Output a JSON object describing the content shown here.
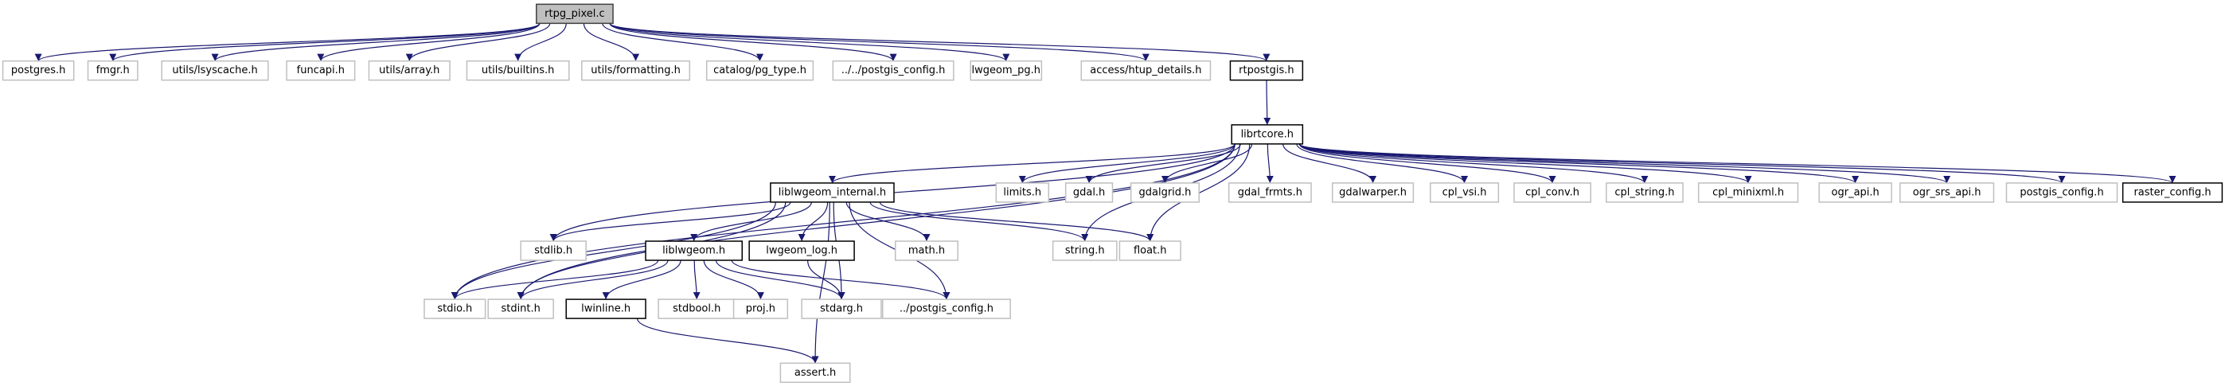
{
  "title": "rtpg_pixel.c include dependency graph",
  "colors": {
    "edge": "#191970",
    "root_fill": "#bfbfbf",
    "documented_border": "#000000",
    "external_border": "#bfbfbf"
  },
  "nodes": [
    {
      "id": "rtpg_pixel_c",
      "label": "rtpg_pixel.c",
      "kind": "root"
    },
    {
      "id": "postgres_h",
      "label": "postgres.h",
      "kind": "external"
    },
    {
      "id": "fmgr_h",
      "label": "fmgr.h",
      "kind": "external"
    },
    {
      "id": "utils_lsyscache_h",
      "label": "utils/lsyscache.h",
      "kind": "external"
    },
    {
      "id": "funcapi_h",
      "label": "funcapi.h",
      "kind": "external"
    },
    {
      "id": "utils_array_h",
      "label": "utils/array.h",
      "kind": "external"
    },
    {
      "id": "utils_builtins_h",
      "label": "utils/builtins.h",
      "kind": "external"
    },
    {
      "id": "utils_formatting_h",
      "label": "utils/formatting.h",
      "kind": "external"
    },
    {
      "id": "catalog_pg_type_h",
      "label": "catalog/pg_type.h",
      "kind": "external"
    },
    {
      "id": "dotdot_postgis_config_h",
      "label": "../../postgis_config.h",
      "kind": "external"
    },
    {
      "id": "lwgeom_pg_h",
      "label": "lwgeom_pg.h",
      "kind": "external"
    },
    {
      "id": "access_htup_details_h",
      "label": "access/htup_details.h",
      "kind": "external"
    },
    {
      "id": "rtpostgis_h",
      "label": "rtpostgis.h",
      "kind": "documented"
    },
    {
      "id": "librtcore_h",
      "label": "librtcore.h",
      "kind": "documented"
    },
    {
      "id": "liblwgeom_internal_h",
      "label": "liblwgeom_internal.h",
      "kind": "documented"
    },
    {
      "id": "limits_h",
      "label": "limits.h",
      "kind": "external"
    },
    {
      "id": "gdal_h",
      "label": "gdal.h",
      "kind": "external"
    },
    {
      "id": "gdalgrid_h",
      "label": "gdalgrid.h",
      "kind": "external"
    },
    {
      "id": "gdal_frmts_h",
      "label": "gdal_frmts.h",
      "kind": "external"
    },
    {
      "id": "gdalwarper_h",
      "label": "gdalwarper.h",
      "kind": "external"
    },
    {
      "id": "cpl_vsi_h",
      "label": "cpl_vsi.h",
      "kind": "external"
    },
    {
      "id": "cpl_conv_h",
      "label": "cpl_conv.h",
      "kind": "external"
    },
    {
      "id": "cpl_string_h",
      "label": "cpl_string.h",
      "kind": "external"
    },
    {
      "id": "cpl_minixml_h",
      "label": "cpl_minixml.h",
      "kind": "external"
    },
    {
      "id": "ogr_api_h",
      "label": "ogr_api.h",
      "kind": "external"
    },
    {
      "id": "ogr_srs_api_h",
      "label": "ogr_srs_api.h",
      "kind": "external"
    },
    {
      "id": "postgis_config_h",
      "label": "postgis_config.h",
      "kind": "external"
    },
    {
      "id": "raster_config_h",
      "label": "raster_config.h",
      "kind": "documented"
    },
    {
      "id": "stdlib_h",
      "label": "stdlib.h",
      "kind": "external"
    },
    {
      "id": "liblwgeom_h",
      "label": "liblwgeom.h",
      "kind": "documented"
    },
    {
      "id": "lwgeom_log_h",
      "label": "lwgeom_log.h",
      "kind": "documented"
    },
    {
      "id": "math_h",
      "label": "math.h",
      "kind": "external"
    },
    {
      "id": "string_h",
      "label": "string.h",
      "kind": "external"
    },
    {
      "id": "float_h",
      "label": "float.h",
      "kind": "external"
    },
    {
      "id": "stdio_h",
      "label": "stdio.h",
      "kind": "external"
    },
    {
      "id": "stdint_h",
      "label": "stdint.h",
      "kind": "external"
    },
    {
      "id": "lwinline_h",
      "label": "lwinline.h",
      "kind": "documented"
    },
    {
      "id": "stdbool_h",
      "label": "stdbool.h",
      "kind": "external"
    },
    {
      "id": "proj_h",
      "label": "proj.h",
      "kind": "external"
    },
    {
      "id": "stdarg_h",
      "label": "stdarg.h",
      "kind": "external"
    },
    {
      "id": "dot_postgis_config_h",
      "label": "../postgis_config.h",
      "kind": "external"
    },
    {
      "id": "assert_h",
      "label": "assert.h",
      "kind": "external"
    }
  ],
  "edges": [
    [
      "rtpg_pixel_c",
      "postgres_h"
    ],
    [
      "rtpg_pixel_c",
      "fmgr_h"
    ],
    [
      "rtpg_pixel_c",
      "utils_lsyscache_h"
    ],
    [
      "rtpg_pixel_c",
      "funcapi_h"
    ],
    [
      "rtpg_pixel_c",
      "utils_array_h"
    ],
    [
      "rtpg_pixel_c",
      "utils_builtins_h"
    ],
    [
      "rtpg_pixel_c",
      "utils_formatting_h"
    ],
    [
      "rtpg_pixel_c",
      "catalog_pg_type_h"
    ],
    [
      "rtpg_pixel_c",
      "dotdot_postgis_config_h"
    ],
    [
      "rtpg_pixel_c",
      "lwgeom_pg_h"
    ],
    [
      "rtpg_pixel_c",
      "access_htup_details_h"
    ],
    [
      "rtpg_pixel_c",
      "rtpostgis_h"
    ],
    [
      "rtpostgis_h",
      "librtcore_h"
    ],
    [
      "librtcore_h",
      "liblwgeom_internal_h"
    ],
    [
      "librtcore_h",
      "limits_h"
    ],
    [
      "librtcore_h",
      "gdal_h"
    ],
    [
      "librtcore_h",
      "gdalgrid_h"
    ],
    [
      "librtcore_h",
      "gdal_frmts_h"
    ],
    [
      "librtcore_h",
      "gdalwarper_h"
    ],
    [
      "librtcore_h",
      "cpl_vsi_h"
    ],
    [
      "librtcore_h",
      "cpl_conv_h"
    ],
    [
      "librtcore_h",
      "cpl_string_h"
    ],
    [
      "librtcore_h",
      "cpl_minixml_h"
    ],
    [
      "librtcore_h",
      "ogr_api_h"
    ],
    [
      "librtcore_h",
      "ogr_srs_api_h"
    ],
    [
      "librtcore_h",
      "postgis_config_h"
    ],
    [
      "librtcore_h",
      "raster_config_h"
    ],
    [
      "librtcore_h",
      "stdio_h"
    ],
    [
      "librtcore_h",
      "stdlib_h"
    ],
    [
      "librtcore_h",
      "stdint_h"
    ],
    [
      "librtcore_h",
      "string_h"
    ],
    [
      "librtcore_h",
      "float_h"
    ],
    [
      "liblwgeom_internal_h",
      "stdlib_h"
    ],
    [
      "liblwgeom_internal_h",
      "stdio_h"
    ],
    [
      "liblwgeom_internal_h",
      "stdint_h"
    ],
    [
      "liblwgeom_internal_h",
      "liblwgeom_h"
    ],
    [
      "liblwgeom_internal_h",
      "lwgeom_log_h"
    ],
    [
      "liblwgeom_internal_h",
      "math_h"
    ],
    [
      "liblwgeom_internal_h",
      "string_h"
    ],
    [
      "liblwgeom_internal_h",
      "float_h"
    ],
    [
      "liblwgeom_internal_h",
      "stdarg_h"
    ],
    [
      "liblwgeom_internal_h",
      "dot_postgis_config_h"
    ],
    [
      "liblwgeom_internal_h",
      "assert_h"
    ],
    [
      "liblwgeom_h",
      "stdio_h"
    ],
    [
      "liblwgeom_h",
      "stdint_h"
    ],
    [
      "liblwgeom_h",
      "lwinline_h"
    ],
    [
      "liblwgeom_h",
      "stdbool_h"
    ],
    [
      "liblwgeom_h",
      "proj_h"
    ],
    [
      "liblwgeom_h",
      "stdarg_h"
    ],
    [
      "liblwgeom_h",
      "dot_postgis_config_h"
    ],
    [
      "lwgeom_log_h",
      "stdarg_h"
    ],
    [
      "lwinline_h",
      "assert_h"
    ]
  ]
}
